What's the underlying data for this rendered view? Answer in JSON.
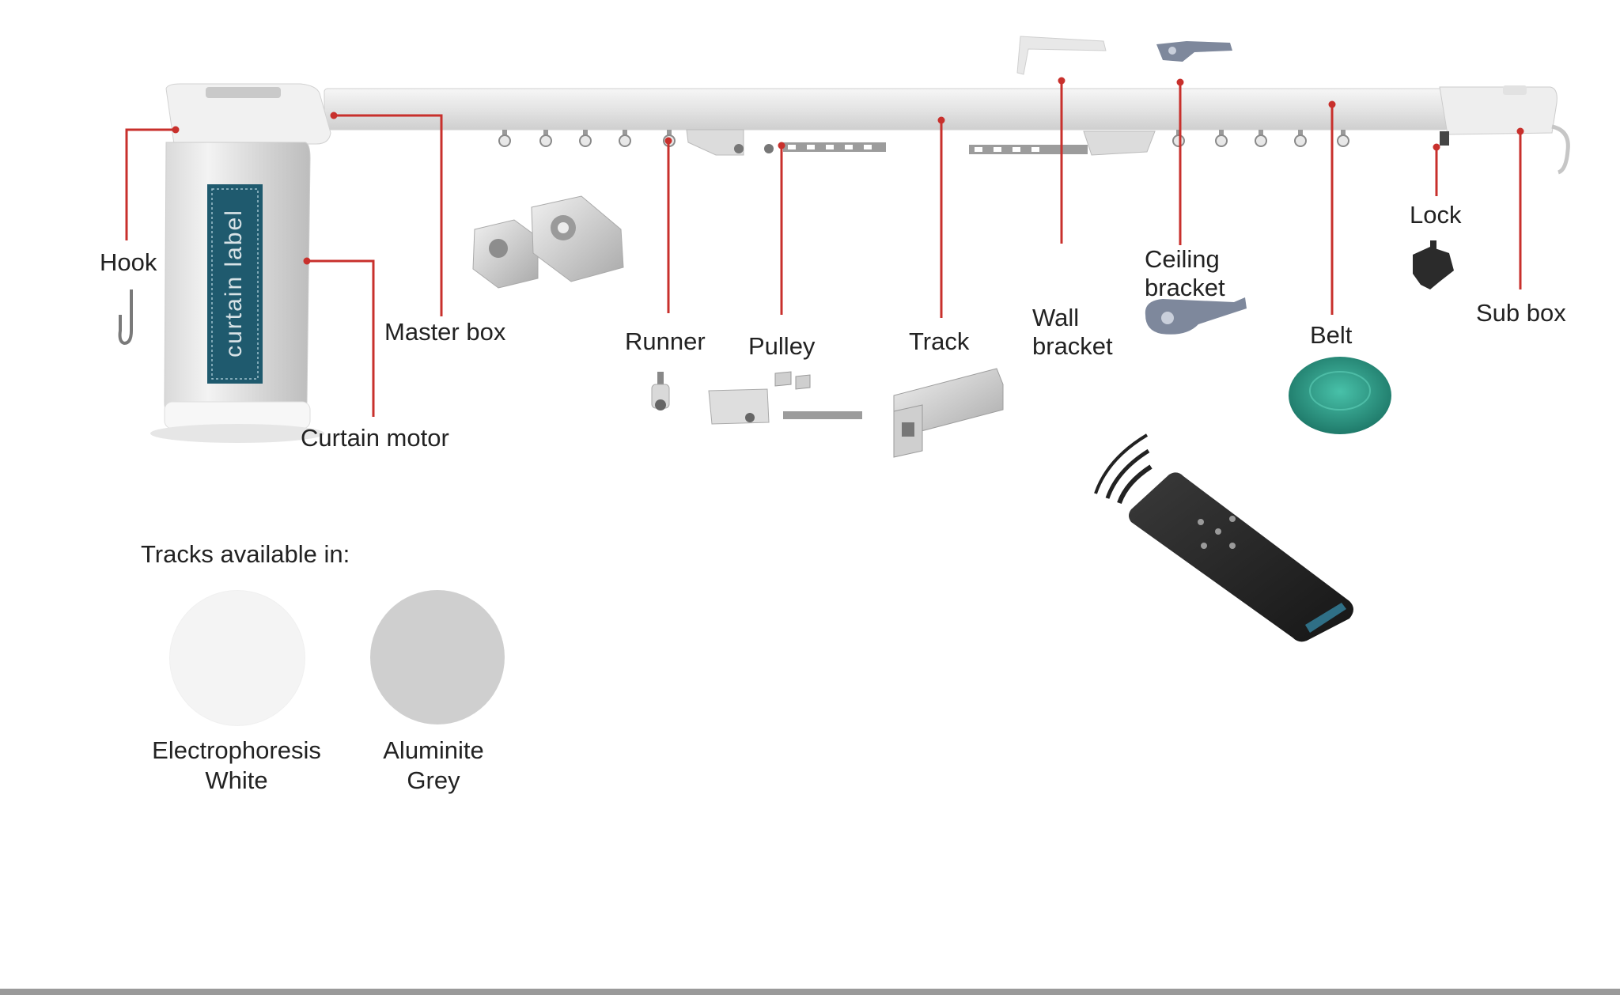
{
  "diagram": {
    "parts": {
      "hook": "Hook",
      "master_box": "Master box",
      "curtain_motor": "Curtain motor",
      "runner": "Runner",
      "pulley": "Pulley",
      "track": "Track",
      "wall_bracket_l1": "Wall",
      "wall_bracket_l2": "bracket",
      "ceiling_bracket_l1": "Ceiling",
      "ceiling_bracket_l2": "bracket",
      "belt": "Belt",
      "lock": "Lock",
      "sub_box": "Sub box"
    },
    "motor_label": "curtain label"
  },
  "tracks": {
    "title": "Tracks available in:",
    "options": [
      {
        "line1": "Electrophoresis",
        "line2": "White",
        "color": "#f4f4f4"
      },
      {
        "line1": "Aluminite",
        "line2": "Grey",
        "color": "#cfcfcf"
      }
    ]
  },
  "colors": {
    "leader": "#c8302c",
    "label_box": "#1f5a6e",
    "belt": "#2a9a86"
  }
}
